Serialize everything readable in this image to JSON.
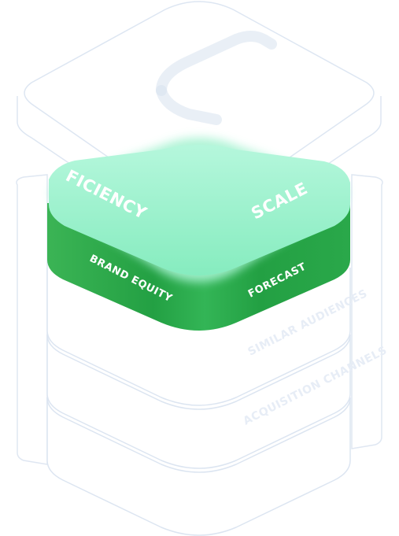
{
  "top_layer": {
    "left_face_label": "FICIENCY",
    "right_face_label": "SCALE"
  },
  "green_band": {
    "left_label": "BRAND EQUITY",
    "right_label": "FORECAST"
  },
  "faded_layers": [
    {
      "left_label": "",
      "right_label": "SIMILAR AUDIENCES"
    },
    {
      "left_label": "",
      "right_label": "ACQUISITION CHANNELS"
    }
  ],
  "colors": {
    "mint_top": "#98f2cb",
    "green_band": "#2aaa49",
    "outline": "#dce6f3"
  }
}
